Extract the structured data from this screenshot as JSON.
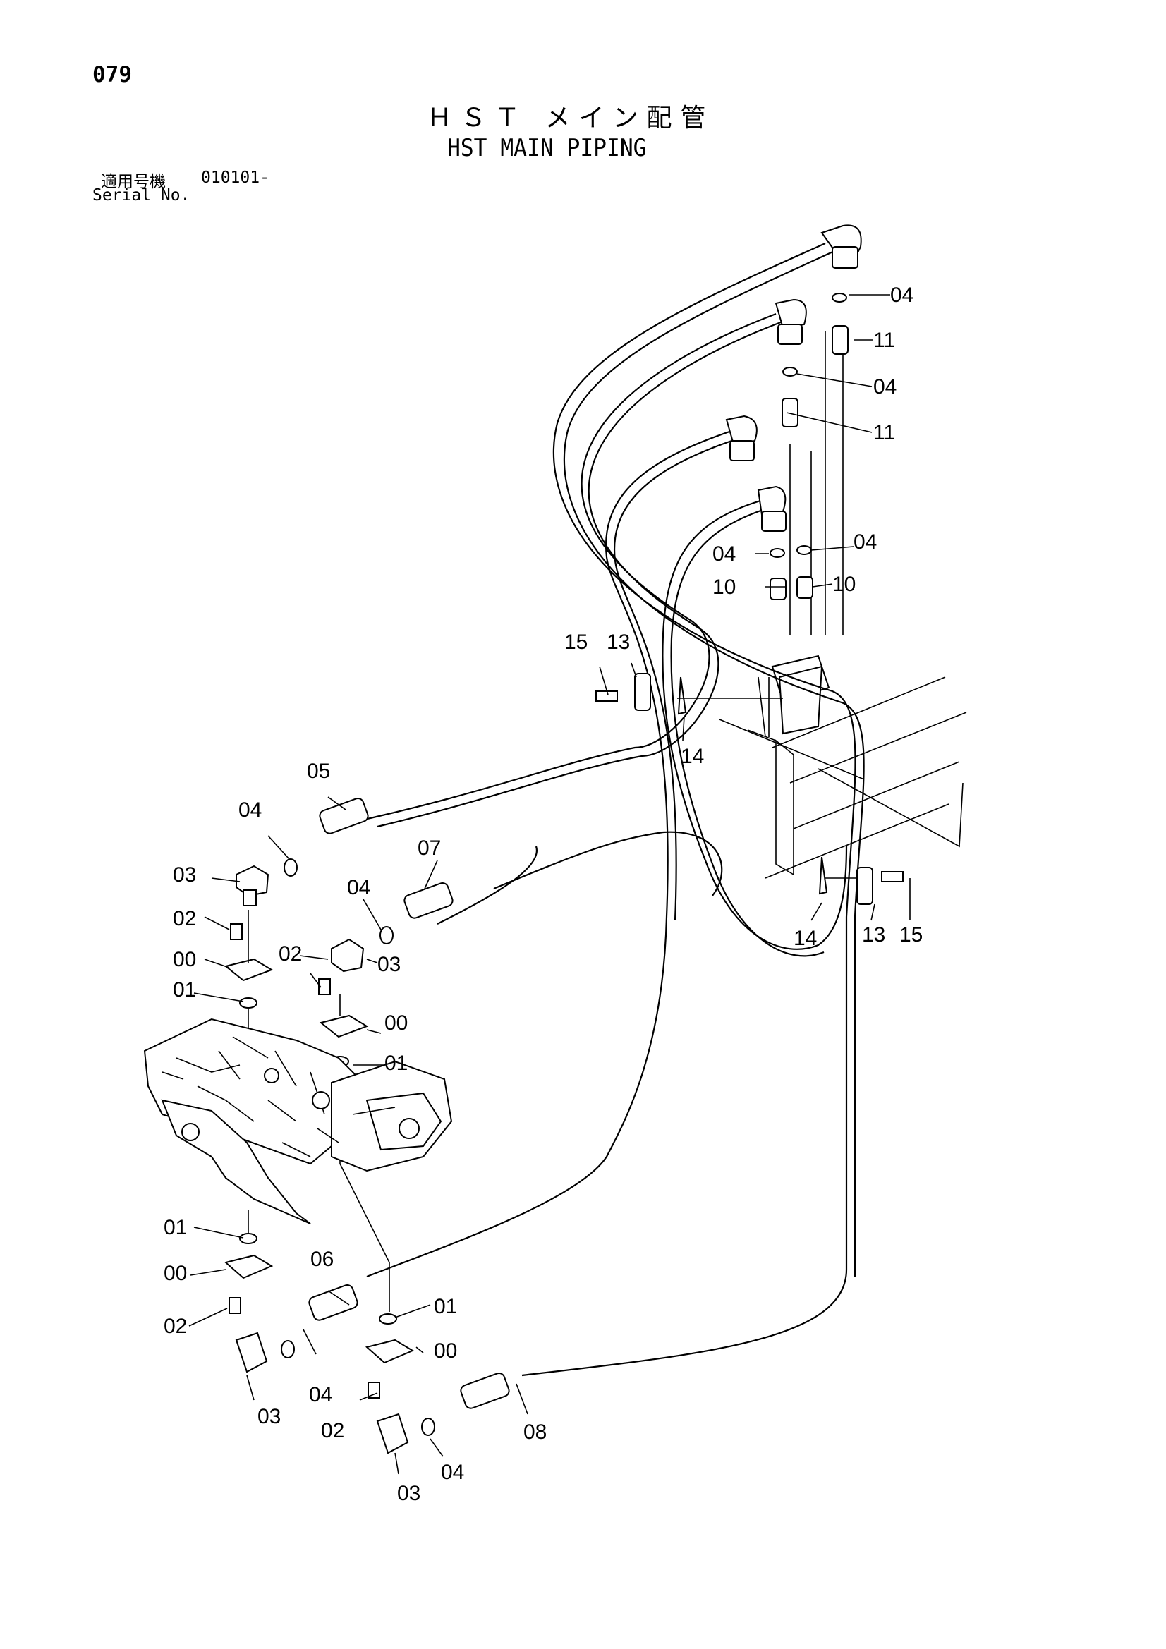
{
  "header": {
    "page_number": "079",
    "title_jp": "ＨＳＴ メイン配管",
    "title_en": "HST MAIN PIPING",
    "serial_label_jp": "適用号機",
    "serial_value": "010101-",
    "serial_label_en": "Serial No."
  },
  "callouts": [
    "04",
    "11",
    "04",
    "11",
    "04",
    "04",
    "10",
    "10",
    "15",
    "13",
    "14",
    "05",
    "04",
    "07",
    "03",
    "04",
    "02",
    "00",
    "02",
    "03",
    "01",
    "00",
    "01",
    "14",
    "13",
    "15",
    "01",
    "06",
    "00",
    "01",
    "02",
    "00",
    "04",
    "03",
    "02",
    "08",
    "04",
    "03"
  ]
}
